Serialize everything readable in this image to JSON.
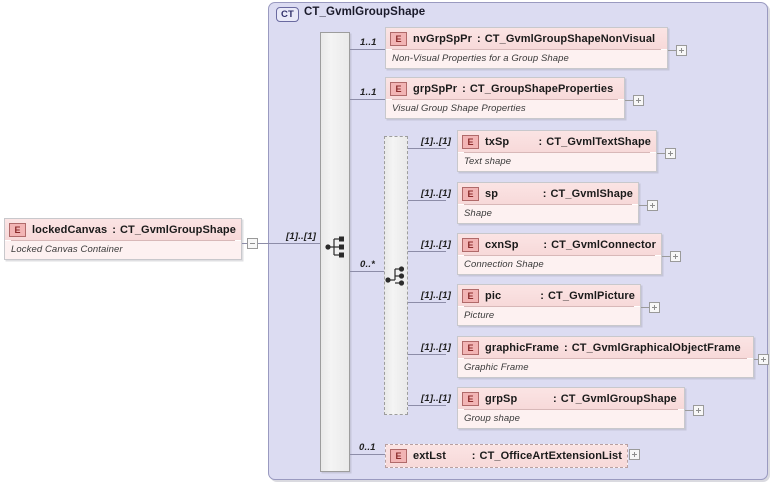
{
  "diagram": {
    "kind": "xsd-schema-diagram",
    "root": {
      "name": "lockedCanvas",
      "separator": ":",
      "type": "CT_GvmlGroupShape",
      "description": "Locked Canvas Container",
      "tag": "E",
      "toggle": "minus"
    },
    "container": {
      "badge": "CT",
      "title": "CT_GvmlGroupShape",
      "root_link_cardinality": "[1]..[1]"
    },
    "sequence": {
      "icon": "sequence-icon",
      "children": [
        {
          "cardinality": "1..1",
          "tag": "E",
          "name": "nvGrpSpPr",
          "separator": ":",
          "type": "CT_GvmlGroupShapeNonVisual",
          "description": "Non-Visual Properties for a Group Shape",
          "toggle": "plus",
          "dashed": false
        },
        {
          "cardinality": "1..1",
          "tag": "E",
          "name": "grpSpPr",
          "separator": ":",
          "type": "CT_GroupShapeProperties",
          "description": "Visual Group Shape Properties",
          "toggle": "plus",
          "dashed": false
        }
      ],
      "choice_cardinality": "0..*",
      "trailing": {
        "cardinality": "0..1",
        "tag": "E",
        "name": "extLst",
        "separator": ":",
        "type": "CT_OfficeArtExtensionList",
        "description": "",
        "toggle": "plus",
        "dashed": true
      }
    },
    "choice": {
      "icon": "choice-icon",
      "children": [
        {
          "cardinality": "[1]..[1]",
          "tag": "E",
          "name": "txSp",
          "separator": ":",
          "type": "CT_GvmlTextShape",
          "description": "Text shape",
          "toggle": "plus",
          "dashed": false
        },
        {
          "cardinality": "[1]..[1]",
          "tag": "E",
          "name": "sp",
          "separator": ":",
          "type": "CT_GvmlShape",
          "description": "Shape",
          "toggle": "plus",
          "dashed": false
        },
        {
          "cardinality": "[1]..[1]",
          "tag": "E",
          "name": "cxnSp",
          "separator": ":",
          "type": "CT_GvmlConnector",
          "description": "Connection Shape",
          "toggle": "plus",
          "dashed": false
        },
        {
          "cardinality": "[1]..[1]",
          "tag": "E",
          "name": "pic",
          "separator": ":",
          "type": "CT_GvmlPicture",
          "description": "Picture",
          "toggle": "plus",
          "dashed": false
        },
        {
          "cardinality": "[1]..[1]",
          "tag": "E",
          "name": "graphicFrame",
          "separator": ":",
          "type": "CT_GvmlGraphicalObjectFrame",
          "description": "Graphic Frame",
          "toggle": "plus",
          "dashed": false
        },
        {
          "cardinality": "[1]..[1]",
          "tag": "E",
          "name": "grpSp",
          "separator": ":",
          "type": "CT_GvmlGroupShape",
          "description": "Group shape",
          "toggle": "plus",
          "dashed": false
        }
      ]
    },
    "colors": {
      "element_header": "#f7d9d9",
      "element_tag": "#f2b4b4",
      "container_bg": "#dcdcf2",
      "container_border": "#9a9ac0",
      "line": "#8d8da8"
    }
  }
}
